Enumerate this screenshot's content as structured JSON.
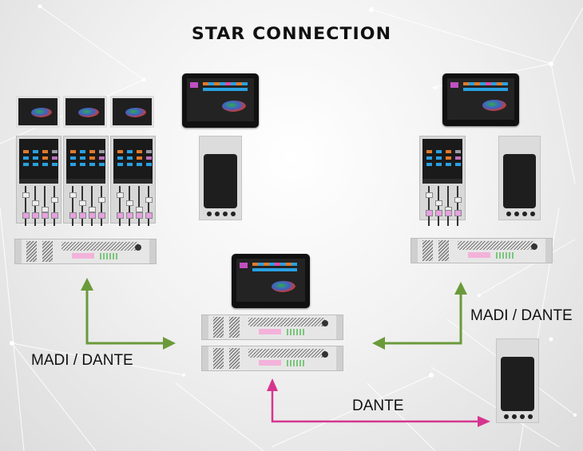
{
  "title": "STAR CONNECTION",
  "labels": {
    "left_link": "MADI / DANTE",
    "right_link": "MADI / DANTE",
    "bottom_link": "DANTE"
  },
  "colors": {
    "madi_dante_arrow": "#6a9a3a",
    "dante_arrow": "#d6358f",
    "title": "#111111",
    "device_screen": "#1a1a1a"
  },
  "nodes": [
    {
      "id": "left-station",
      "devices": [
        "touch-screen x3",
        "fader-panel x3",
        "rack-processor"
      ]
    },
    {
      "id": "top-center-station",
      "devices": [
        "touch-tablet",
        "stage-box"
      ]
    },
    {
      "id": "right-station",
      "devices": [
        "touch-tablet",
        "fader-panel",
        "stage-box",
        "rack-processor"
      ]
    },
    {
      "id": "center-hub",
      "devices": [
        "touch-tablet",
        "rack-processor x2"
      ]
    },
    {
      "id": "bottom-right-stage",
      "devices": [
        "stage-box"
      ]
    }
  ],
  "links": [
    {
      "from": "left-station",
      "to": "center-hub",
      "type": "MADI / DANTE"
    },
    {
      "from": "right-station",
      "to": "center-hub",
      "type": "MADI / DANTE"
    },
    {
      "from": "center-hub",
      "to": "bottom-right-stage",
      "type": "DANTE"
    }
  ]
}
